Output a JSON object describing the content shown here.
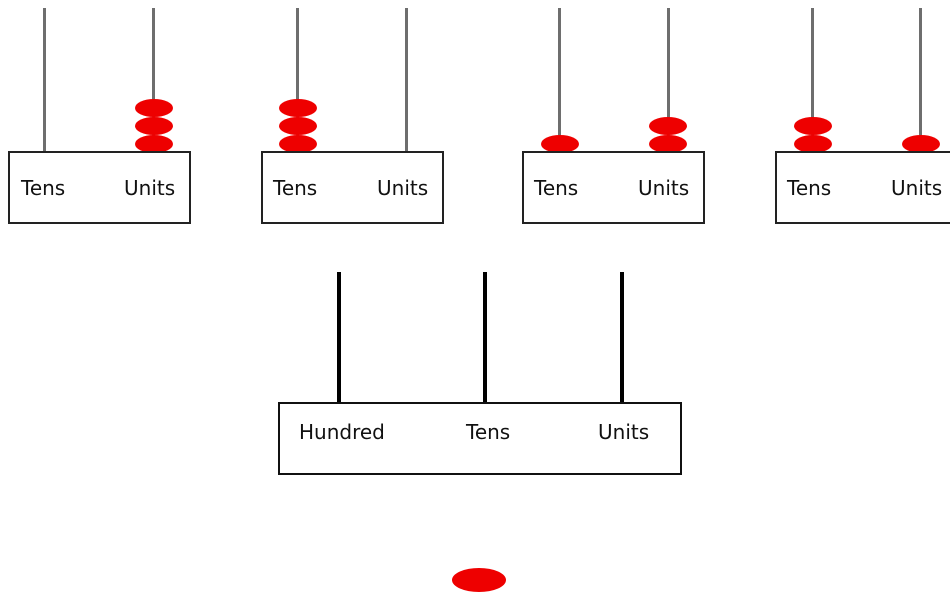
{
  "colors": {
    "bead": "#ee0000",
    "rod": "#6e6e6e",
    "frame": "#222222"
  },
  "abacuses": [
    {
      "tens_label": "Tens",
      "units_label": "Units",
      "tens_beads": 0,
      "units_beads": 3
    },
    {
      "tens_label": "Tens",
      "units_label": "Units",
      "tens_beads": 3,
      "units_beads": 0
    },
    {
      "tens_label": "Tens",
      "units_label": "Units",
      "tens_beads": 1,
      "units_beads": 2
    },
    {
      "tens_label": "Tens",
      "units_label": "Units",
      "tens_beads": 2,
      "units_beads": 1
    }
  ],
  "place_value_abacus": {
    "hundred_label": "Hundred",
    "tens_label": "Tens",
    "units_label": "Units"
  },
  "loose_bead_count": 1
}
